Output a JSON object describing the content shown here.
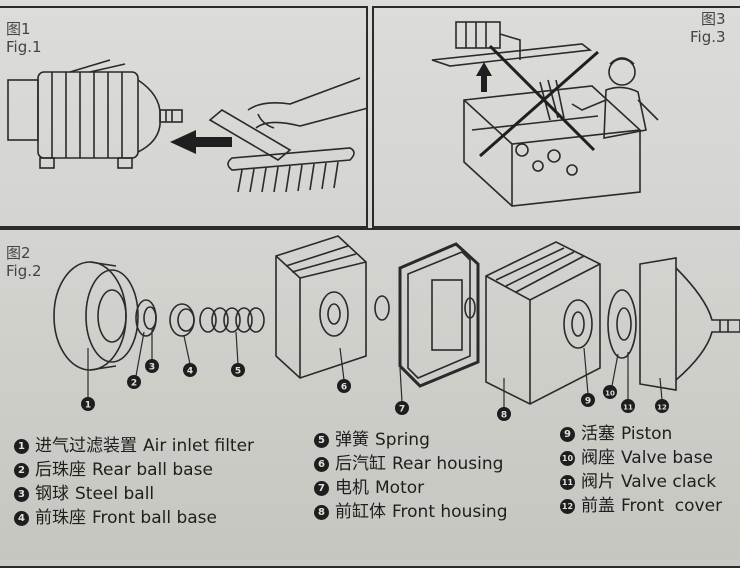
{
  "figures": {
    "fig1": {
      "cn": "图1",
      "en": "Fig.1"
    },
    "fig2": {
      "cn": "图2",
      "en": "Fig.2"
    },
    "fig3": {
      "cn": "图3",
      "en": "Fig.3"
    }
  },
  "parts": [
    {
      "num": "1",
      "cn": "进气过滤装置",
      "en": "Air inlet filter"
    },
    {
      "num": "2",
      "cn": "后珠座",
      "en": "Rear ball base"
    },
    {
      "num": "3",
      "cn": "钢球",
      "en": "Steel ball"
    },
    {
      "num": "4",
      "cn": "前珠座",
      "en": "Front ball base"
    },
    {
      "num": "5",
      "cn": "弹簧",
      "en": "Spring"
    },
    {
      "num": "6",
      "cn": "后汽缸",
      "en": "Rear housing"
    },
    {
      "num": "7",
      "cn": "电机",
      "en": "Motor"
    },
    {
      "num": "8",
      "cn": "前缸体",
      "en": "Front housing"
    },
    {
      "num": "9",
      "cn": "活塞",
      "en": "Piston"
    },
    {
      "num": "10",
      "cn": "阀座",
      "en": "Valve base"
    },
    {
      "num": "11",
      "cn": "阀片",
      "en": "Valve clack"
    },
    {
      "num": "12",
      "cn": "前盖",
      "en": "Front  cover"
    }
  ]
}
